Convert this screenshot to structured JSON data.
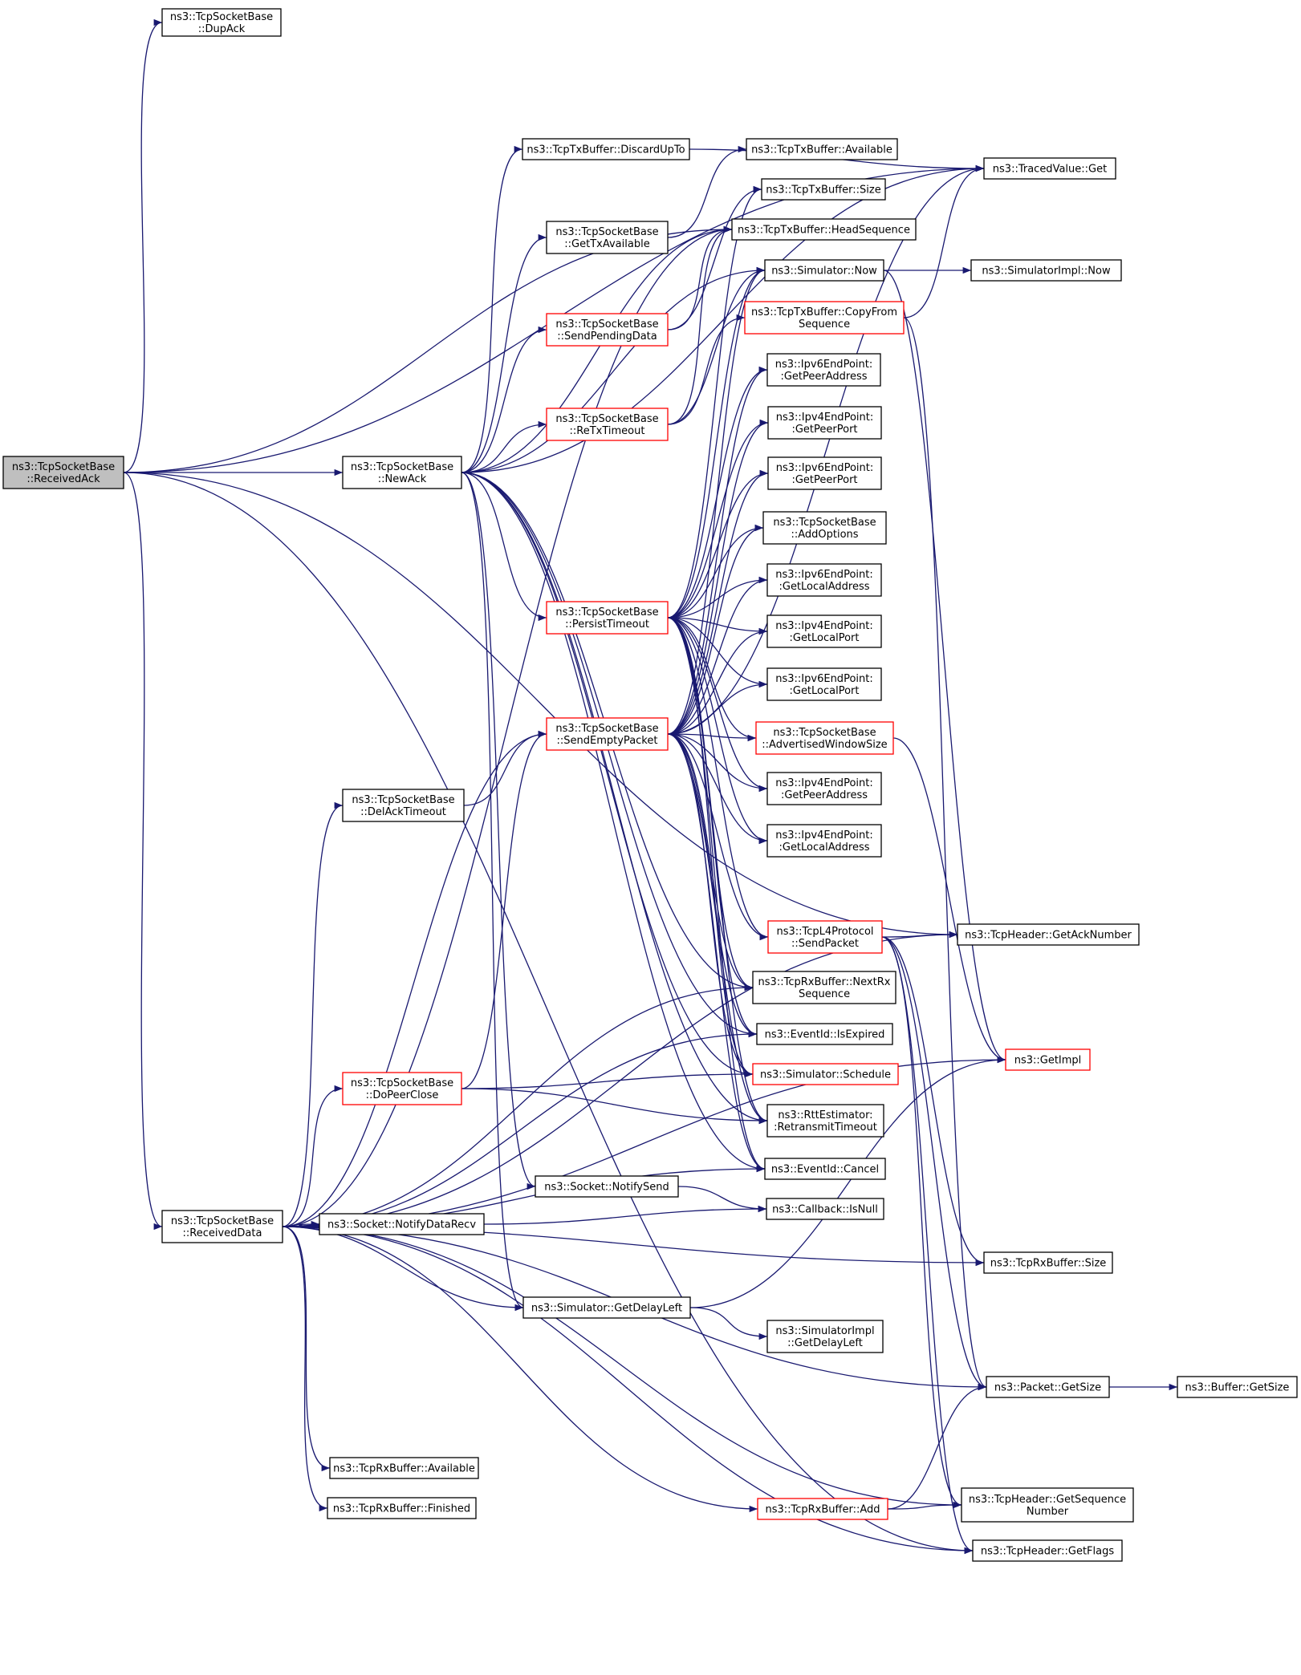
{
  "colors": {
    "edge": "#191970",
    "highlight_border": "#ff0000",
    "root_fill": "#bfbfbf"
  },
  "nodes": {
    "root": {
      "lines": [
        "ns3::TcpSocketBase",
        "::ReceivedAck"
      ],
      "style": "root"
    },
    "dupack": {
      "lines": [
        "ns3::TcpSocketBase",
        "::DupAck"
      ]
    },
    "newack": {
      "lines": [
        "ns3::TcpSocketBase",
        "::NewAck"
      ]
    },
    "receiveddata": {
      "lines": [
        "ns3::TcpSocketBase",
        "::ReceivedData"
      ]
    },
    "discardupto": {
      "lines": [
        "ns3::TcpTxBuffer::DiscardUpTo"
      ]
    },
    "gettxavailable": {
      "lines": [
        "ns3::TcpSocketBase",
        "::GetTxAvailable"
      ]
    },
    "sendpendingdata": {
      "lines": [
        "ns3::TcpSocketBase",
        "::SendPendingData"
      ],
      "style": "red"
    },
    "retxtimeout": {
      "lines": [
        "ns3::TcpSocketBase",
        "::ReTxTimeout"
      ],
      "style": "red"
    },
    "persisttimeout": {
      "lines": [
        "ns3::TcpSocketBase",
        "::PersistTimeout"
      ],
      "style": "red"
    },
    "sendemptypacket": {
      "lines": [
        "ns3::TcpSocketBase",
        "::SendEmptyPacket"
      ],
      "style": "red"
    },
    "delacktimeout": {
      "lines": [
        "ns3::TcpSocketBase",
        "::DelAckTimeout"
      ]
    },
    "doperclose": {
      "lines": [
        "ns3::TcpSocketBase",
        "::DoPeerClose"
      ],
      "style": "red"
    },
    "socknotifysend": {
      "lines": [
        "ns3::Socket::NotifySend"
      ]
    },
    "socknotifyrecv": {
      "lines": [
        "ns3::Socket::NotifyDataRecv"
      ]
    },
    "getdelayleft": {
      "lines": [
        "ns3::Simulator::GetDelayLeft"
      ]
    },
    "rxavailable": {
      "lines": [
        "ns3::TcpRxBuffer::Available"
      ]
    },
    "rxfinished": {
      "lines": [
        "ns3::TcpRxBuffer::Finished"
      ]
    },
    "rxadd": {
      "lines": [
        "ns3::TcpRxBuffer::Add"
      ],
      "style": "red"
    },
    "txavailable": {
      "lines": [
        "ns3::TcpTxBuffer::Available"
      ]
    },
    "txsize": {
      "lines": [
        "ns3::TcpTxBuffer::Size"
      ]
    },
    "txheadseq": {
      "lines": [
        "ns3::TcpTxBuffer::HeadSequence"
      ]
    },
    "simnow": {
      "lines": [
        "ns3::Simulator::Now"
      ]
    },
    "copyfromseq": {
      "lines": [
        "ns3::TcpTxBuffer::CopyFrom",
        "Sequence"
      ],
      "style": "red"
    },
    "ipv6peeraddr": {
      "lines": [
        "ns3::Ipv6EndPoint:",
        ":GetPeerAddress"
      ]
    },
    "ipv4peerport": {
      "lines": [
        "ns3::Ipv4EndPoint:",
        ":GetPeerPort"
      ]
    },
    "ipv6peerport": {
      "lines": [
        "ns3::Ipv6EndPoint:",
        ":GetPeerPort"
      ]
    },
    "addoptions": {
      "lines": [
        "ns3::TcpSocketBase",
        "::AddOptions"
      ]
    },
    "ipv6localaddr": {
      "lines": [
        "ns3::Ipv6EndPoint:",
        ":GetLocalAddress"
      ]
    },
    "ipv4localport": {
      "lines": [
        "ns3::Ipv4EndPoint:",
        ":GetLocalPort"
      ]
    },
    "ipv6localport": {
      "lines": [
        "ns3::Ipv6EndPoint:",
        ":GetLocalPort"
      ]
    },
    "advwindow": {
      "lines": [
        "ns3::TcpSocketBase",
        "::AdvertisedWindowSize"
      ],
      "style": "red"
    },
    "ipv4peeraddr": {
      "lines": [
        "ns3::Ipv4EndPoint:",
        ":GetPeerAddress"
      ]
    },
    "ipv4localaddr": {
      "lines": [
        "ns3::Ipv4EndPoint:",
        ":GetLocalAddress"
      ]
    },
    "l4sendpacket": {
      "lines": [
        "ns3::TcpL4Protocol",
        "::SendPacket"
      ],
      "style": "red"
    },
    "rxnextrxseq": {
      "lines": [
        "ns3::TcpRxBuffer::NextRx",
        "Sequence"
      ]
    },
    "isexpired": {
      "lines": [
        "ns3::EventId::IsExpired"
      ]
    },
    "simschedule": {
      "lines": [
        "ns3::Simulator::Schedule"
      ],
      "style": "red"
    },
    "rttretx": {
      "lines": [
        "ns3::RttEstimator:",
        ":RetransmitTimeout"
      ]
    },
    "eventcancel": {
      "lines": [
        "ns3::EventId::Cancel"
      ]
    },
    "callbackisnull": {
      "lines": [
        "ns3::Callback::IsNull"
      ]
    },
    "simimpldelay": {
      "lines": [
        "ns3::SimulatorImpl",
        "::GetDelayLeft"
      ]
    },
    "tracedget": {
      "lines": [
        "ns3::TracedValue::Get"
      ]
    },
    "simimplnow": {
      "lines": [
        "ns3::SimulatorImpl::Now"
      ]
    },
    "getacknumber": {
      "lines": [
        "ns3::TcpHeader::GetAckNumber"
      ]
    },
    "getimpl": {
      "lines": [
        "ns3::GetImpl"
      ],
      "style": "red"
    },
    "rxsize": {
      "lines": [
        "ns3::TcpRxBuffer::Size"
      ]
    },
    "packetgetsize": {
      "lines": [
        "ns3::Packet::GetSize"
      ]
    },
    "getseqnumber": {
      "lines": [
        "ns3::TcpHeader::GetSequence",
        "Number"
      ]
    },
    "getflags": {
      "lines": [
        "ns3::TcpHeader::GetFlags"
      ]
    },
    "buffergetsize": {
      "lines": [
        "ns3::Buffer::GetSize"
      ]
    }
  },
  "edges": [
    [
      "root",
      "dupack"
    ],
    [
      "root",
      "newack"
    ],
    [
      "root",
      "receiveddata"
    ],
    [
      "root",
      "tracedget"
    ],
    [
      "root",
      "txheadseq"
    ],
    [
      "root",
      "getacknumber"
    ],
    [
      "root",
      "getflags"
    ],
    [
      "newack",
      "discardupto"
    ],
    [
      "newack",
      "gettxavailable"
    ],
    [
      "newack",
      "sendpendingdata"
    ],
    [
      "newack",
      "retxtimeout"
    ],
    [
      "newack",
      "persisttimeout"
    ],
    [
      "newack",
      "simnow"
    ],
    [
      "newack",
      "txheadseq"
    ],
    [
      "newack",
      "tracedget"
    ],
    [
      "newack",
      "isexpired"
    ],
    [
      "newack",
      "simschedule"
    ],
    [
      "newack",
      "eventcancel"
    ],
    [
      "newack",
      "socknotifysend"
    ],
    [
      "newack",
      "getdelayleft"
    ],
    [
      "newack",
      "rttretx"
    ],
    [
      "newack",
      "rxnextrxseq"
    ],
    [
      "discardupto",
      "tracedget"
    ],
    [
      "gettxavailable",
      "txavailable"
    ],
    [
      "sendpendingdata",
      "txsize"
    ],
    [
      "sendpendingdata",
      "txheadseq"
    ],
    [
      "retxtimeout",
      "simnow"
    ],
    [
      "retxtimeout",
      "txheadseq"
    ],
    [
      "retxtimeout",
      "copyfromseq"
    ],
    [
      "persisttimeout",
      "txsize"
    ],
    [
      "persisttimeout",
      "simnow"
    ],
    [
      "persisttimeout",
      "ipv6peeraddr"
    ],
    [
      "persisttimeout",
      "ipv4peerport"
    ],
    [
      "persisttimeout",
      "ipv6peerport"
    ],
    [
      "persisttimeout",
      "addoptions"
    ],
    [
      "persisttimeout",
      "ipv6localaddr"
    ],
    [
      "persisttimeout",
      "ipv4localport"
    ],
    [
      "persisttimeout",
      "ipv6localport"
    ],
    [
      "persisttimeout",
      "advwindow"
    ],
    [
      "persisttimeout",
      "ipv4peeraddr"
    ],
    [
      "persisttimeout",
      "ipv4localaddr"
    ],
    [
      "persisttimeout",
      "l4sendpacket"
    ],
    [
      "persisttimeout",
      "rxnextrxseq"
    ],
    [
      "persisttimeout",
      "simschedule"
    ],
    [
      "persisttimeout",
      "rttretx"
    ],
    [
      "persisttimeout",
      "isexpired"
    ],
    [
      "persisttimeout",
      "eventcancel"
    ],
    [
      "sendemptypacket",
      "simnow"
    ],
    [
      "sendemptypacket",
      "ipv6peeraddr"
    ],
    [
      "sendemptypacket",
      "ipv4peerport"
    ],
    [
      "sendemptypacket",
      "ipv6peerport"
    ],
    [
      "sendemptypacket",
      "addoptions"
    ],
    [
      "sendemptypacket",
      "ipv6localaddr"
    ],
    [
      "sendemptypacket",
      "ipv4localport"
    ],
    [
      "sendemptypacket",
      "ipv6localport"
    ],
    [
      "sendemptypacket",
      "advwindow"
    ],
    [
      "sendemptypacket",
      "ipv4peeraddr"
    ],
    [
      "sendemptypacket",
      "ipv4localaddr"
    ],
    [
      "sendemptypacket",
      "l4sendpacket"
    ],
    [
      "sendemptypacket",
      "rxnextrxseq"
    ],
    [
      "sendemptypacket",
      "isexpired"
    ],
    [
      "sendemptypacket",
      "simschedule"
    ],
    [
      "sendemptypacket",
      "rttretx"
    ],
    [
      "sendemptypacket",
      "eventcancel"
    ],
    [
      "sendemptypacket",
      "tracedget"
    ],
    [
      "delacktimeout",
      "sendemptypacket"
    ],
    [
      "doperclose",
      "sendemptypacket"
    ],
    [
      "doperclose",
      "simschedule"
    ],
    [
      "doperclose",
      "rttretx"
    ],
    [
      "receiveddata",
      "sendemptypacket"
    ],
    [
      "receiveddata",
      "delacktimeout"
    ],
    [
      "receiveddata",
      "doperclose"
    ],
    [
      "receiveddata",
      "socknotifyrecv"
    ],
    [
      "receiveddata",
      "getdelayleft"
    ],
    [
      "receiveddata",
      "rxavailable"
    ],
    [
      "receiveddata",
      "rxfinished"
    ],
    [
      "receiveddata",
      "rxadd"
    ],
    [
      "receiveddata",
      "packetgetsize"
    ],
    [
      "receiveddata",
      "getacknumber"
    ],
    [
      "receiveddata",
      "rxsize"
    ],
    [
      "receiveddata",
      "getseqnumber"
    ],
    [
      "receiveddata",
      "getflags"
    ],
    [
      "receiveddata",
      "rxnextrxseq"
    ],
    [
      "receiveddata",
      "isexpired"
    ],
    [
      "receiveddata",
      "eventcancel"
    ],
    [
      "receiveddata",
      "txheadseq"
    ],
    [
      "receiveddata",
      "getimpl"
    ],
    [
      "socknotifysend",
      "callbackisnull"
    ],
    [
      "socknotifyrecv",
      "callbackisnull"
    ],
    [
      "getdelayleft",
      "simimpldelay"
    ],
    [
      "getdelayleft",
      "getimpl"
    ],
    [
      "rxadd",
      "packetgetsize"
    ],
    [
      "rxadd",
      "getseqnumber"
    ],
    [
      "simnow",
      "simimplnow"
    ],
    [
      "simnow",
      "getimpl"
    ],
    [
      "copyfromseq",
      "tracedget"
    ],
    [
      "copyfromseq",
      "packetgetsize"
    ],
    [
      "advwindow",
      "getimpl"
    ],
    [
      "l4sendpacket",
      "getacknumber"
    ],
    [
      "l4sendpacket",
      "packetgetsize"
    ],
    [
      "l4sendpacket",
      "getseqnumber"
    ],
    [
      "l4sendpacket",
      "getflags"
    ],
    [
      "l4sendpacket",
      "rxsize"
    ],
    [
      "packetgetsize",
      "buffergetsize"
    ]
  ]
}
